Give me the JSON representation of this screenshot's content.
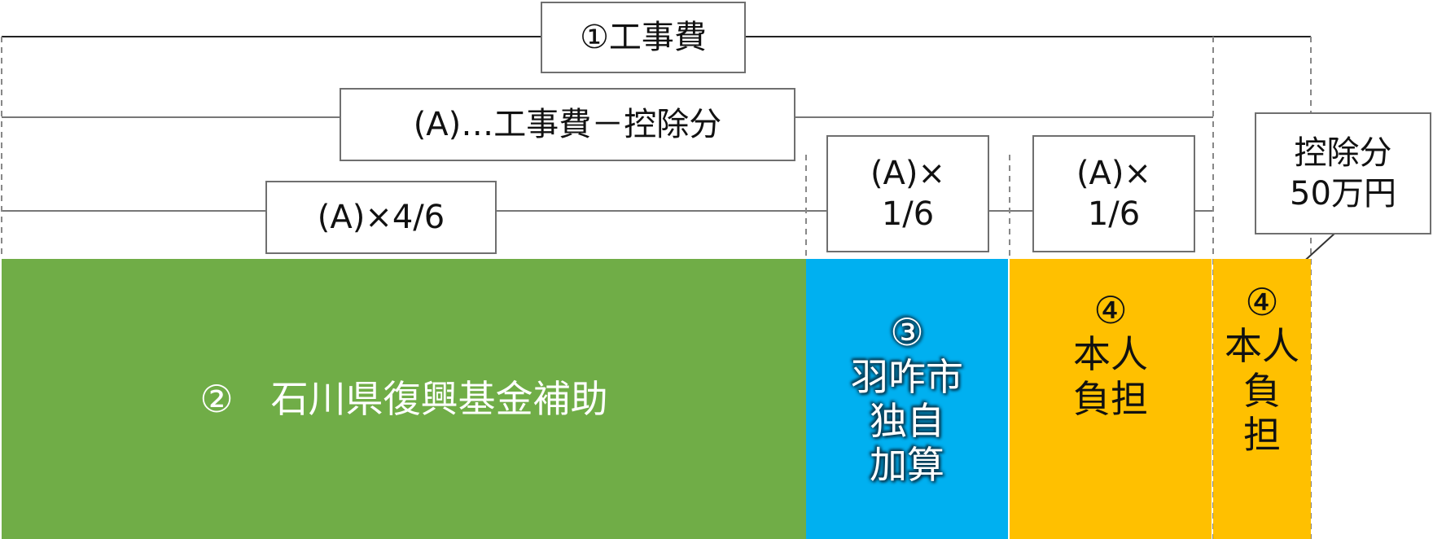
{
  "labels": {
    "total_cost": "①工事費",
    "a_definition": "(A)…工事費－控除分",
    "a_four_sixths": "(A)×4/6",
    "a_one_sixth_city": "(A)×\n1/6",
    "a_one_sixth_self": "(A)×\n1/6",
    "deduction": "控除分\n50万円"
  },
  "blocks": {
    "prefecture_fund": {
      "text": "②　石川県復興基金補助"
    },
    "city_addition": {
      "text": "③\n羽咋市\n独自\n加算"
    },
    "self_burden": {
      "text": "④\n本人\n負担"
    },
    "self_burden_deduction": {
      "text": "④\n本人\n負\n担"
    }
  },
  "colors": {
    "prefecture_fund": "#70ad47",
    "city_addition": "#00b0f0",
    "self_burden": "#ffc000",
    "line": "#333333",
    "box_border": "#6f6f6f"
  }
}
